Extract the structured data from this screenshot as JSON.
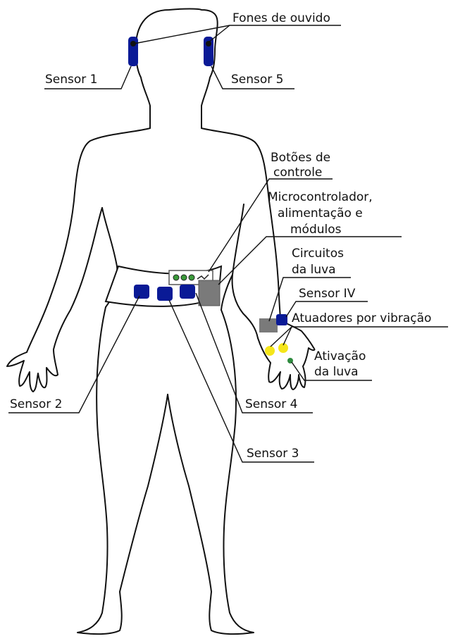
{
  "labels": {
    "headphones": "Fones de ouvido",
    "sensor1": "Sensor 1",
    "sensor5": "Sensor 5",
    "buttons_l1": "Botões de",
    "buttons_l2": "controle",
    "micro_l1": "Microcontrolador,",
    "micro_l2": "alimentação e",
    "micro_l3": "módulos",
    "glove_circ_l1": "Circuitos",
    "glove_circ_l2": "da luva",
    "sensor_iv": "Sensor IV",
    "vibration": "Atuadores por vibração",
    "activation_l1": "Ativação",
    "activation_l2": "da luva",
    "sensor2": "Sensor 2",
    "sensor4": "Sensor 4",
    "sensor3": "Sensor 3"
  },
  "colors": {
    "sensor_blue": "#0a1a96",
    "module_gray": "#7a7a7a",
    "button_green": "#3a9a3a",
    "vibration_yellow": "#f5e61a",
    "activation_green": "#2e8b3e",
    "outline": "#111111"
  }
}
